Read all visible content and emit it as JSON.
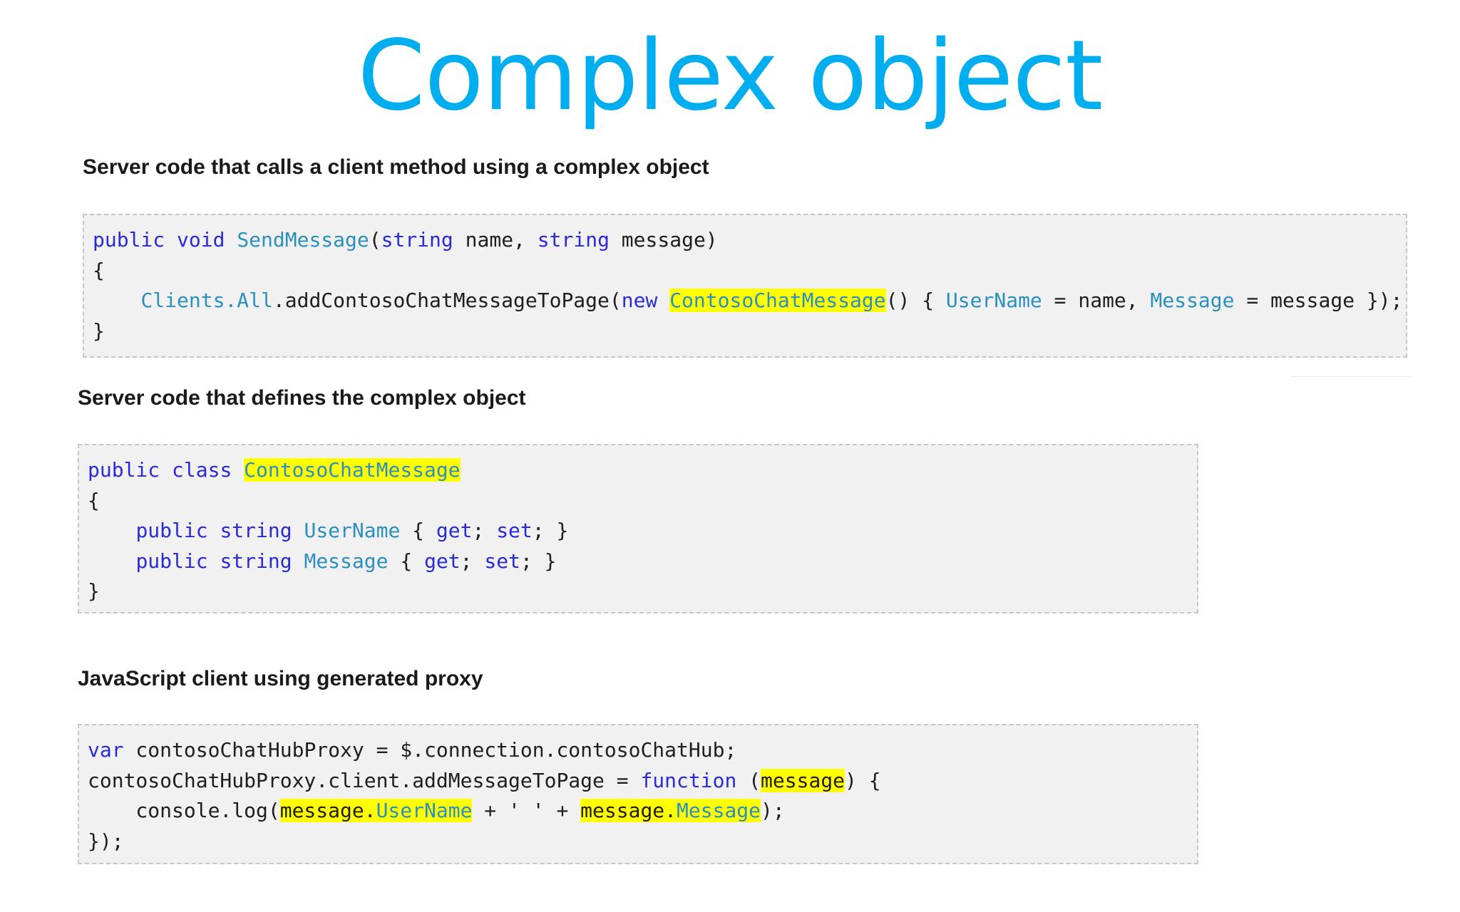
{
  "title": "Complex object",
  "sections": [
    {
      "heading": "Server code that calls a client method using a complex object",
      "lines": [
        [
          {
            "text": "public",
            "cls": "kw"
          },
          {
            "text": " ",
            "cls": "pl"
          },
          {
            "text": "void",
            "cls": "kw"
          },
          {
            "text": " ",
            "cls": "pl"
          },
          {
            "text": "SendMessage",
            "cls": "ty"
          },
          {
            "text": "(",
            "cls": "pl"
          },
          {
            "text": "string",
            "cls": "kw"
          },
          {
            "text": " name, ",
            "cls": "pl"
          },
          {
            "text": "string",
            "cls": "kw"
          },
          {
            "text": " message)",
            "cls": "pl"
          }
        ],
        [
          {
            "text": "{",
            "cls": "pl"
          }
        ],
        [
          {
            "text": "    ",
            "cls": "pl"
          },
          {
            "text": "Clients.All",
            "cls": "ty"
          },
          {
            "text": ".addContosoChatMessageToPage(",
            "cls": "pl"
          },
          {
            "text": "new",
            "cls": "kw"
          },
          {
            "text": " ",
            "cls": "pl"
          },
          {
            "text": "ContosoChatMessage",
            "cls": "ty hl"
          },
          {
            "text": "() { ",
            "cls": "pl"
          },
          {
            "text": "UserName",
            "cls": "ty"
          },
          {
            "text": " = name, ",
            "cls": "pl"
          },
          {
            "text": "Message",
            "cls": "ty"
          },
          {
            "text": " = message });",
            "cls": "pl"
          }
        ],
        [
          {
            "text": "}",
            "cls": "pl"
          }
        ]
      ]
    },
    {
      "heading": "Server code that defines the complex object",
      "lines": [
        [
          {
            "text": "public",
            "cls": "kw"
          },
          {
            "text": " ",
            "cls": "pl"
          },
          {
            "text": "class",
            "cls": "kw"
          },
          {
            "text": " ",
            "cls": "pl"
          },
          {
            "text": "ContosoChatMessage",
            "cls": "ty hl"
          }
        ],
        [
          {
            "text": "{",
            "cls": "pl"
          }
        ],
        [
          {
            "text": "    ",
            "cls": "pl"
          },
          {
            "text": "public",
            "cls": "kw"
          },
          {
            "text": " ",
            "cls": "pl"
          },
          {
            "text": "string",
            "cls": "kw"
          },
          {
            "text": " ",
            "cls": "pl"
          },
          {
            "text": "UserName",
            "cls": "ty"
          },
          {
            "text": " { ",
            "cls": "pl"
          },
          {
            "text": "get",
            "cls": "kw"
          },
          {
            "text": "; ",
            "cls": "pl"
          },
          {
            "text": "set",
            "cls": "kw"
          },
          {
            "text": "; }",
            "cls": "pl"
          }
        ],
        [
          {
            "text": "    ",
            "cls": "pl"
          },
          {
            "text": "public",
            "cls": "kw"
          },
          {
            "text": " ",
            "cls": "pl"
          },
          {
            "text": "string",
            "cls": "kw"
          },
          {
            "text": " ",
            "cls": "pl"
          },
          {
            "text": "Message",
            "cls": "ty"
          },
          {
            "text": " { ",
            "cls": "pl"
          },
          {
            "text": "get",
            "cls": "kw"
          },
          {
            "text": "; ",
            "cls": "pl"
          },
          {
            "text": "set",
            "cls": "kw"
          },
          {
            "text": "; }",
            "cls": "pl"
          }
        ],
        [
          {
            "text": "}",
            "cls": "pl"
          }
        ]
      ]
    },
    {
      "heading": "JavaScript client using generated proxy",
      "lines": [
        [
          {
            "text": "var",
            "cls": "kw"
          },
          {
            "text": " contosoChatHubProxy = $.connection.contosoChatHub;",
            "cls": "pl"
          }
        ],
        [
          {
            "text": "contosoChatHubProxy.client.addMessageToPage = ",
            "cls": "pl"
          },
          {
            "text": "function",
            "cls": "kw"
          },
          {
            "text": " (",
            "cls": "pl"
          },
          {
            "text": "message",
            "cls": "pl hl"
          },
          {
            "text": ") {",
            "cls": "pl"
          }
        ],
        [
          {
            "text": "    console.log(",
            "cls": "pl"
          },
          {
            "text": "message.",
            "cls": "pl hl"
          },
          {
            "text": "UserName",
            "cls": "ty hl"
          },
          {
            "text": " + ' ' + ",
            "cls": "pl"
          },
          {
            "text": "message.",
            "cls": "pl hl"
          },
          {
            "text": "Message",
            "cls": "ty hl"
          },
          {
            "text": ");",
            "cls": "pl"
          }
        ],
        [
          {
            "text": "});",
            "cls": "pl"
          }
        ]
      ]
    }
  ]
}
